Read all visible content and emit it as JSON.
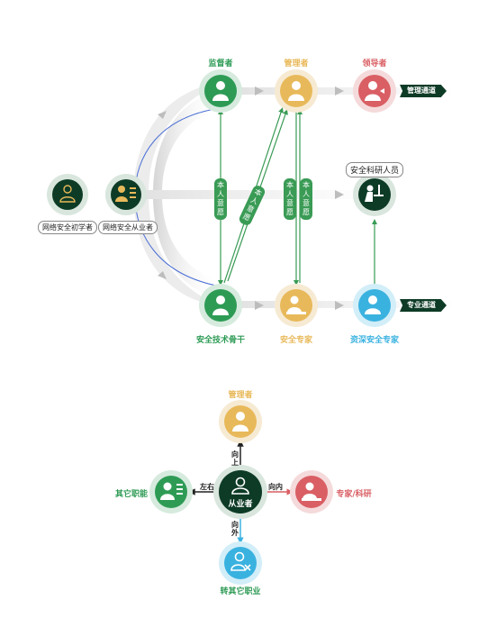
{
  "colors": {
    "dark_green": "#0d3b26",
    "green": "#2e9b55",
    "gold": "#e8b95a",
    "red": "#d95f64",
    "blue": "#3ab2e0"
  },
  "top_diagram": {
    "nodes": {
      "beginner": "网络安全初学者",
      "practitioner": "网络安全从业者",
      "supervisor": "监督者",
      "manager": "管理者",
      "leader": "领导者",
      "researcher": "安全科研人员",
      "tech_backbone": "安全技术骨干",
      "expert": "安全专家",
      "senior_expert": "资深安全专家"
    },
    "tags": {
      "management_track": "管理通道",
      "professional_track": "专业通道"
    },
    "willingness": [
      "本人意愿",
      "本人意愿",
      "本人意愿",
      "本人意愿"
    ]
  },
  "bottom_diagram": {
    "center": "从业者",
    "nodes": {
      "up": "管理者",
      "left": "其它职能",
      "right": "专家/科研",
      "down": "转其它职业"
    },
    "directions": {
      "up": "向上",
      "left": "左右",
      "right": "向内",
      "down": "向外"
    }
  }
}
